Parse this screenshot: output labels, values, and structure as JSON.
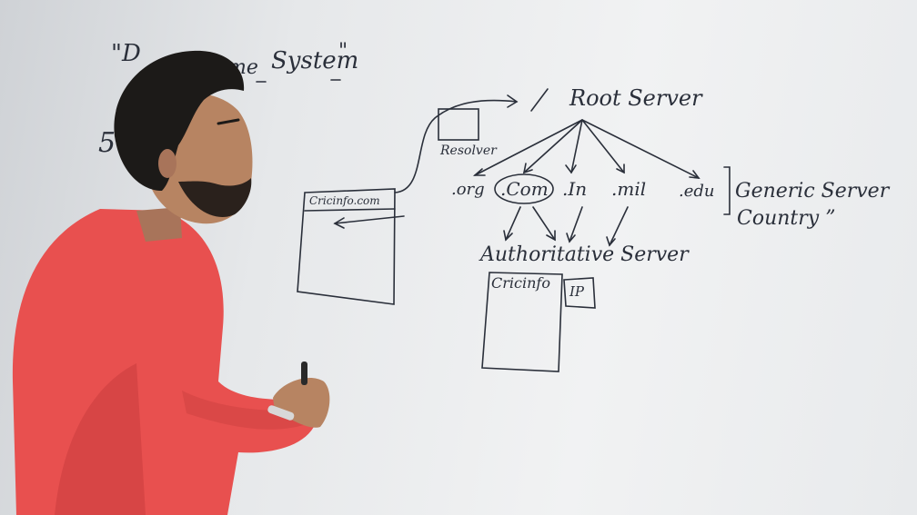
{
  "whiteboard": {
    "title_text": "System",
    "title_quote_open": "\"D",
    "title_fragment": "me",
    "title_quote_close": "\"",
    "left_margin_mark": "5",
    "resolver_label": "Resolver",
    "client_box_label": "Cricinfo.com",
    "root_server_label": "Root Server",
    "tlds": [
      ".org",
      ".Com",
      ".In",
      ".mil",
      ".edu"
    ],
    "generic_server_label": "Generic Server",
    "country_label": "Country ”",
    "authoritative_label": "Authoritative Server",
    "authoritative_box_label": "Cricinfo",
    "ip_label": "IP"
  },
  "colors": {
    "ink": "#2a2f3a",
    "board": "#eceef0",
    "sweater": "#e8504f",
    "skin": "#b78462",
    "hair": "#1c1a18"
  }
}
